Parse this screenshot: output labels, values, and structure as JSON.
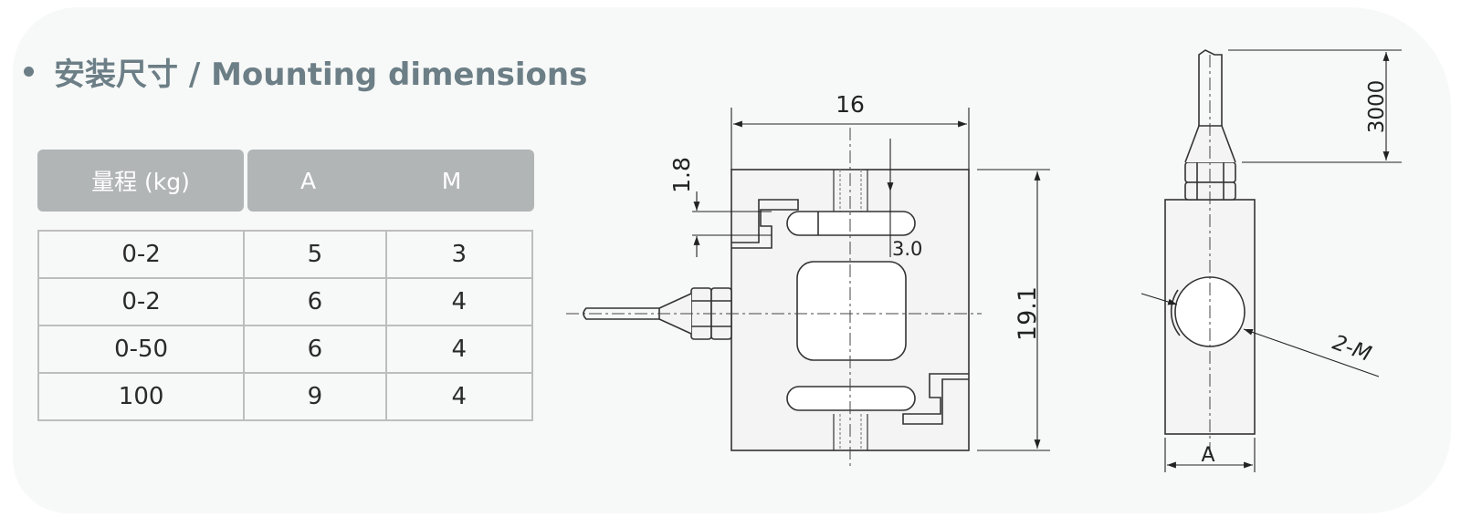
{
  "title": "安装尺寸 / Mounting dimensions",
  "table": {
    "headers": [
      "量程 (kg)",
      "A",
      "M"
    ],
    "rows": [
      [
        "0-2",
        "5",
        "3"
      ],
      [
        "0-2",
        "6",
        "4"
      ],
      [
        "0-50",
        "6",
        "4"
      ],
      [
        "100",
        "9",
        "4"
      ]
    ]
  },
  "front_view": {
    "width_label": "16",
    "height_label": "19.1",
    "slot_label": "1.8",
    "slot_offset_label": "3.0"
  },
  "side_view": {
    "cable_length_label": "3000",
    "width_label": "A",
    "thread_label": "2-M"
  }
}
